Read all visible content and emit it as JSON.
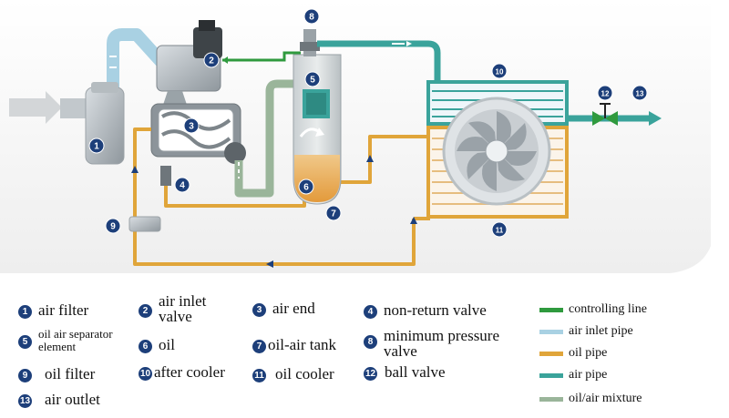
{
  "colors": {
    "controlling_line": "#2f9a3e",
    "air_inlet_pipe": "#a9d1e3",
    "oil_pipe": "#e0a53a",
    "air_pipe": "#3aa39b",
    "oil_air_mixture": "#9ab59a",
    "badge": "#1d3f7a"
  },
  "badges": [
    "1",
    "2",
    "3",
    "4",
    "5",
    "6",
    "7",
    "8",
    "9",
    "10",
    "11",
    "12",
    "13"
  ],
  "legend": {
    "items": [
      {
        "num": "1",
        "label": "air filter"
      },
      {
        "num": "2",
        "label": "air inlet valve"
      },
      {
        "num": "3",
        "label": "air end"
      },
      {
        "num": "4",
        "label": "non-return valve"
      },
      {
        "num": "5",
        "label": "oil air separator element"
      },
      {
        "num": "6",
        "label": "oil"
      },
      {
        "num": "7",
        "label": "oil-air tank"
      },
      {
        "num": "8",
        "label": "minimum pressure valve"
      },
      {
        "num": "9",
        "label": "oil filter"
      },
      {
        "num": "10",
        "label": "after cooler"
      },
      {
        "num": "11",
        "label": "oil cooler"
      },
      {
        "num": "12",
        "label": "ball valve"
      },
      {
        "num": "13",
        "label": "air outlet"
      }
    ],
    "lines": [
      {
        "label": "controlling line",
        "color": "#2f9a3e"
      },
      {
        "label": "air inlet pipe",
        "color": "#a9d1e3"
      },
      {
        "label": "oil pipe",
        "color": "#e0a53a"
      },
      {
        "label": "air pipe",
        "color": "#3aa39b"
      },
      {
        "label": "oil/air mixture",
        "color": "#9ab59a"
      }
    ]
  }
}
